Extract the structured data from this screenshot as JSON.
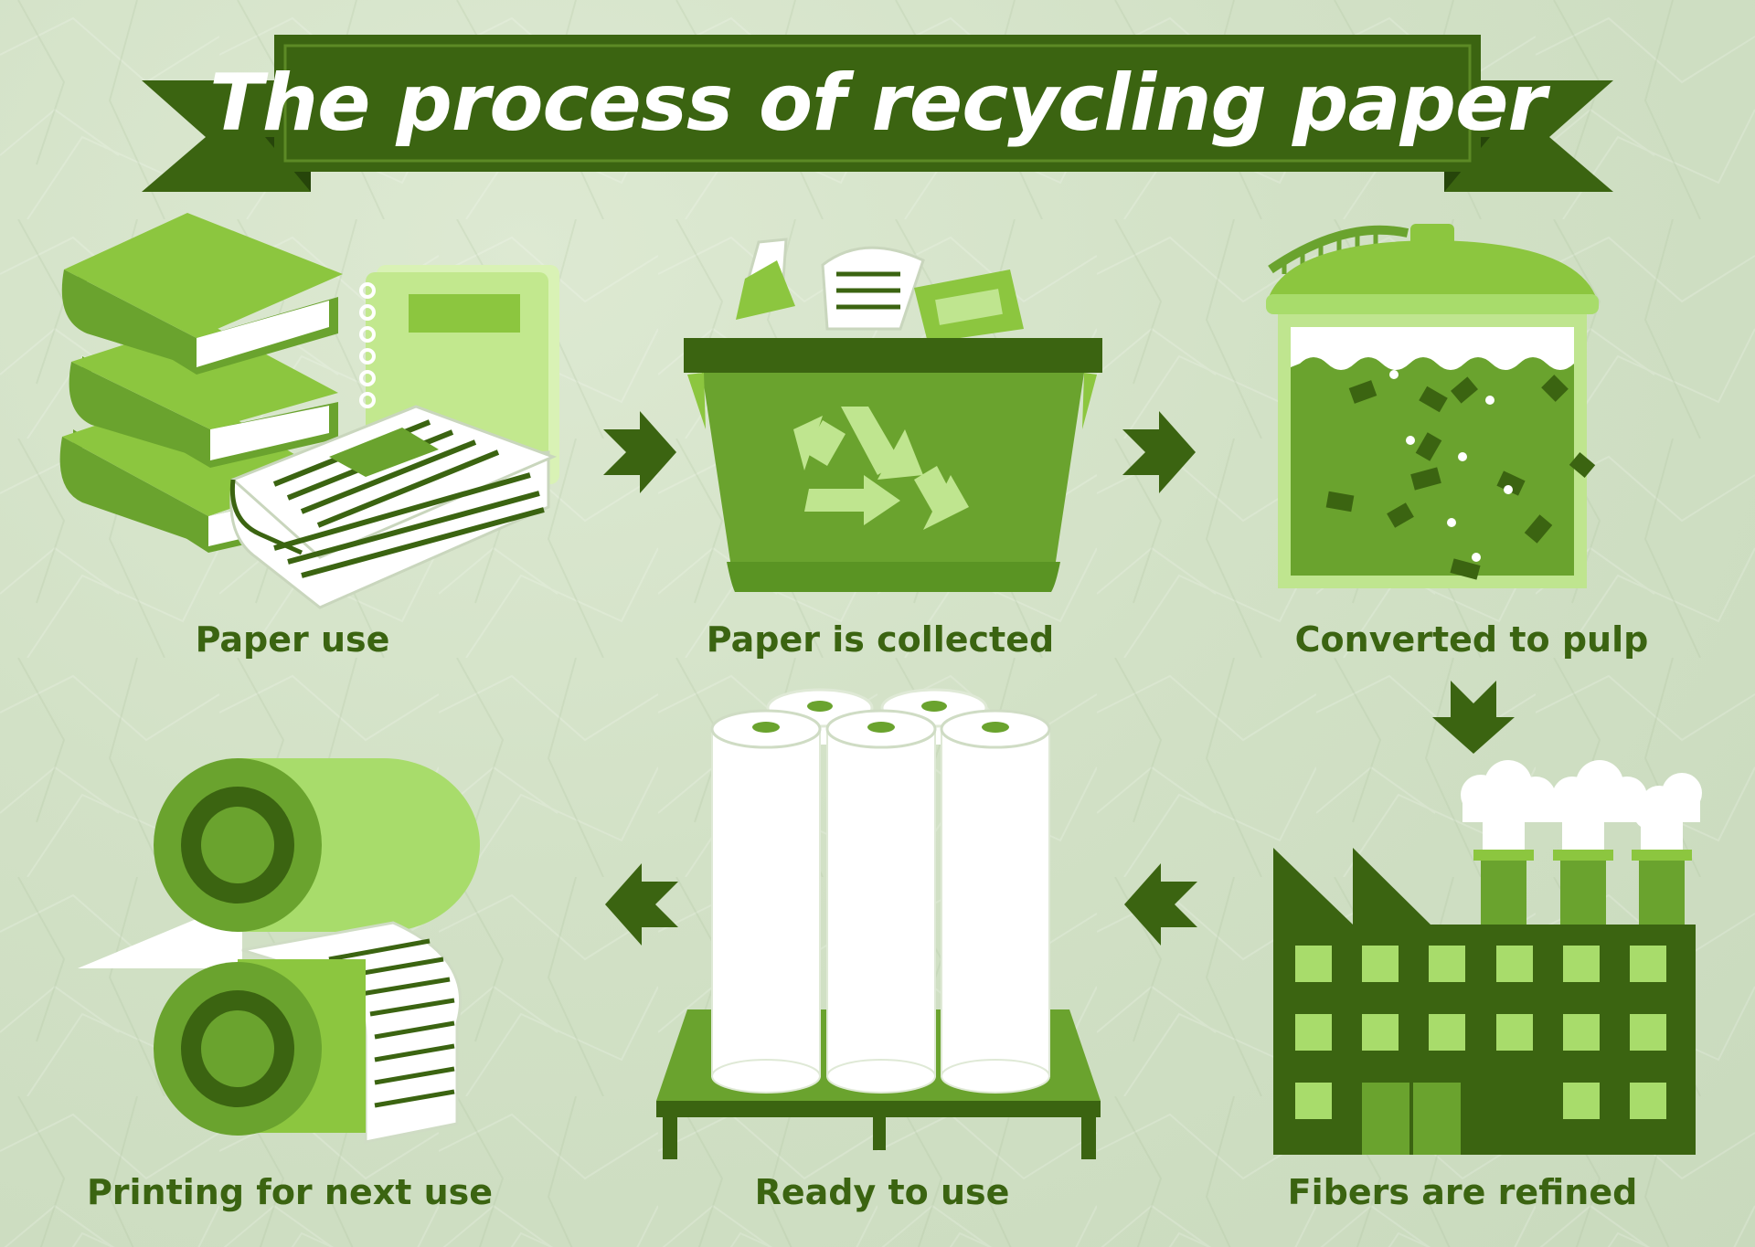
{
  "title": "The process of recycling paper",
  "steps": [
    {
      "label": "Paper use",
      "icon": "books-newspaper-icon"
    },
    {
      "label": "Paper is collected",
      "icon": "recycling-bin-icon"
    },
    {
      "label": "Converted to pulp",
      "icon": "pulp-tank-icon"
    },
    {
      "label": "Fibers are refined",
      "icon": "factory-icon"
    },
    {
      "label": "Ready to use",
      "icon": "paper-rolls-pallet-icon"
    },
    {
      "label": "Printing for next use",
      "icon": "printing-rollers-icon"
    }
  ],
  "flow_arrows": [
    "arrow-right-icon",
    "arrow-right-icon",
    "arrow-down-icon",
    "arrow-left-icon",
    "arrow-left-icon"
  ],
  "colors": {
    "dark_green": "#3b6411",
    "mid_green": "#6aa32e",
    "bright_green": "#8cc63f",
    "light_green": "#bfe58f",
    "background": "#d4e3c8"
  }
}
